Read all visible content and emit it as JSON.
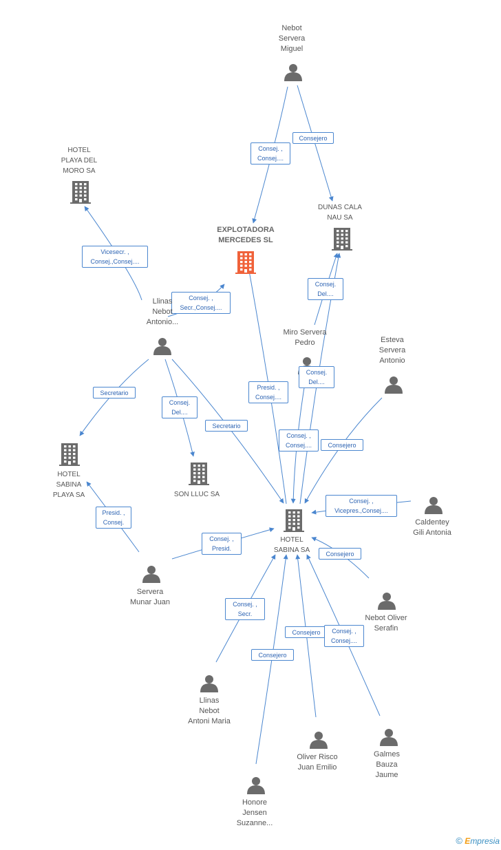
{
  "nodes": [
    {
      "id": "explotadora",
      "kind": "company",
      "focus": true,
      "label": "EXPLOTADORA\nMERCEDES SL"
    },
    {
      "id": "dunas",
      "kind": "company",
      "label": "DUNAS CALA\nNAU SA"
    },
    {
      "id": "playadel",
      "kind": "company",
      "label": "HOTEL\nPLAYA DEL\nMORO SA"
    },
    {
      "id": "sabinaplaya",
      "kind": "company",
      "label": "HOTEL\nSABINA\nPLAYA SA"
    },
    {
      "id": "sonlluc",
      "kind": "company",
      "label": "SON LLUC SA"
    },
    {
      "id": "hotelsabina",
      "kind": "company",
      "label": "HOTEL\nSABINA SA"
    },
    {
      "id": "nebot_miguel",
      "kind": "person",
      "label": "Nebot\nServera\nMiguel"
    },
    {
      "id": "llinas_antonio",
      "kind": "person",
      "label": "Llinas\nNebot\nAntonio..."
    },
    {
      "id": "miro",
      "kind": "person",
      "label": "Miro Servera\nPedro"
    },
    {
      "id": "esteva",
      "kind": "person",
      "label": "Esteva\nServera\nAntonio"
    },
    {
      "id": "caldentey",
      "kind": "person",
      "label": "Caldentey\nGili Antonia"
    },
    {
      "id": "servera_juan",
      "kind": "person",
      "label": "Servera\nMunar Juan"
    },
    {
      "id": "nebot_serafin",
      "kind": "person",
      "label": "Nebot Oliver\nSerafin"
    },
    {
      "id": "llinas_maria",
      "kind": "person",
      "label": "Llinas\nNebot\nAntoni Maria"
    },
    {
      "id": "oliver",
      "kind": "person",
      "label": "Oliver Risco\nJuan Emilio"
    },
    {
      "id": "galmes",
      "kind": "person",
      "label": "Galmes\nBauza\nJaume"
    },
    {
      "id": "honore",
      "kind": "person",
      "label": "Honore\nJensen\nSuzanne..."
    }
  ],
  "edges": [
    {
      "id": "e1",
      "from": "nebot_miguel",
      "to": "explotadora",
      "label": "Consej. ,\nConsej...."
    },
    {
      "id": "e2",
      "from": "nebot_miguel",
      "to": "dunas",
      "label": "Consejero"
    },
    {
      "id": "e3",
      "from": "llinas_antonio",
      "to": "playadel",
      "label": "Vicesecr. ,\nConsej.,Consej...."
    },
    {
      "id": "e4",
      "from": "llinas_antonio",
      "to": "explotadora",
      "label": "Consej. ,\nSecr.,Consej...."
    },
    {
      "id": "e5",
      "from": "llinas_antonio",
      "to": "sabinaplaya",
      "label": "Secretario"
    },
    {
      "id": "e6",
      "from": "llinas_antonio",
      "to": "sonlluc",
      "label": "Consej.\nDel...."
    },
    {
      "id": "e7",
      "from": "llinas_antonio",
      "to": "hotelsabina",
      "label": "Secretario"
    },
    {
      "id": "e8",
      "from": "miro",
      "to": "dunas",
      "label": "Consej.\nDel...."
    },
    {
      "id": "e9",
      "from": "hotelsabina",
      "to": "explotadora",
      "label": "Presid. ,\nConsej...."
    },
    {
      "id": "e10",
      "from": "hotelsabina",
      "to": "dunas",
      "label": "Consej.\nDel...."
    },
    {
      "id": "e11",
      "from": "miro",
      "to": "hotelsabina",
      "label": "Consej. ,\nConsej...."
    },
    {
      "id": "e12",
      "from": "esteva",
      "to": "hotelsabina",
      "label": "Consejero"
    },
    {
      "id": "e13",
      "from": "caldentey",
      "to": "hotelsabina",
      "label": "Consej. ,\nVicepres.,Consej...."
    },
    {
      "id": "e14",
      "from": "servera_juan",
      "to": "sabinaplaya",
      "label": "Presid. ,\nConsej."
    },
    {
      "id": "e15",
      "from": "servera_juan",
      "to": "hotelsabina",
      "label": "Consej. ,\nPresid."
    },
    {
      "id": "e16",
      "from": "nebot_serafin",
      "to": "hotelsabina",
      "label": "Consejero"
    },
    {
      "id": "e17",
      "from": "llinas_maria",
      "to": "hotelsabina",
      "label": "Consej. ,\nSecr."
    },
    {
      "id": "e18",
      "from": "oliver",
      "to": "hotelsabina",
      "label": "Consejero"
    },
    {
      "id": "e19",
      "from": "galmes",
      "to": "hotelsabina",
      "label": "Consej. ,\nConsej...."
    },
    {
      "id": "e20",
      "from": "honore",
      "to": "hotelsabina",
      "label": "Consejero"
    }
  ],
  "colors": {
    "edge": "#4a86cf",
    "person": "#6b6b6b",
    "company": "#6b6b6b",
    "focus_company": "#f0623a"
  },
  "footer": {
    "copyright": "©",
    "brand_initial": "E",
    "brand_rest": "mpresia"
  }
}
